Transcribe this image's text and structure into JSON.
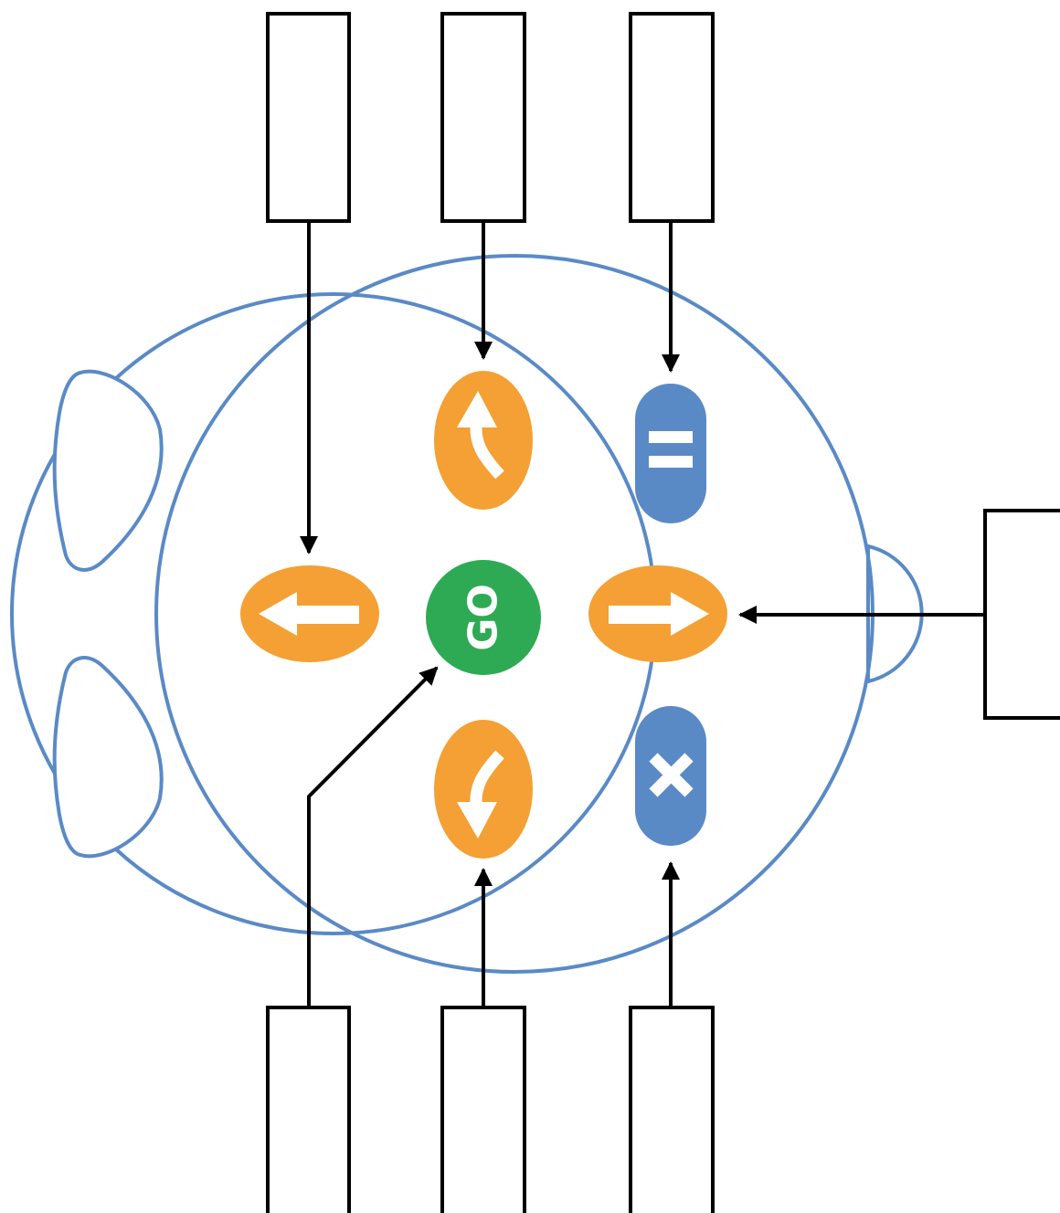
{
  "colors": {
    "outline": "#5a8ac6",
    "orange": "#f4a034",
    "blue": "#5a8ac6",
    "green": "#2eaa55",
    "line": "#000000",
    "icon": "#ffffff"
  },
  "buttons": {
    "go": {
      "label": "GO",
      "icon": "go-button"
    },
    "forward": {
      "icon": "forward-arrow-icon"
    },
    "backward": {
      "icon": "back-arrow-icon"
    },
    "left_turn": {
      "icon": "turn-left-icon"
    },
    "right_turn": {
      "icon": "turn-right-icon"
    },
    "pause": {
      "icon": "pause-icon"
    },
    "clear": {
      "icon": "clear-x-icon"
    }
  },
  "callout_boxes": [
    {
      "id": "top-left",
      "label": ""
    },
    {
      "id": "top-middle",
      "label": ""
    },
    {
      "id": "top-right",
      "label": ""
    },
    {
      "id": "right",
      "label": ""
    },
    {
      "id": "bottom-left",
      "label": ""
    },
    {
      "id": "bottom-middle",
      "label": ""
    },
    {
      "id": "bottom-right",
      "label": ""
    }
  ]
}
